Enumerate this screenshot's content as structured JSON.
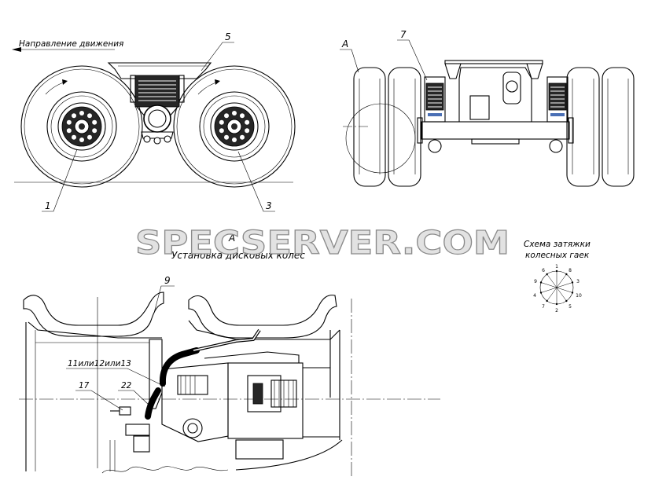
{
  "drawing": {
    "direction_label": "Направление движения",
    "view_a_label": "А",
    "section_a_label": "А",
    "section_caption": "Установка дисковых колес",
    "callouts": {
      "item_5": "5",
      "item_7": "7",
      "item_1": "1",
      "item_3": "3",
      "item_9": "9",
      "item_11_12_13": "11или12или13",
      "item_17": "17",
      "item_22": "22"
    }
  },
  "watermark": "SPECSERVER.COM",
  "torque_scheme": {
    "title_line1": "Схема затяжки",
    "title_line2": "колесных гаек",
    "nut_labels": [
      "1",
      "8",
      "3",
      "10",
      "5",
      "2",
      "7",
      "4",
      "9",
      "6"
    ]
  },
  "colors": {
    "line": "#000000",
    "background": "#ffffff",
    "watermark_fill": "#e2e2e2",
    "watermark_stroke": "#8a8a8a"
  }
}
